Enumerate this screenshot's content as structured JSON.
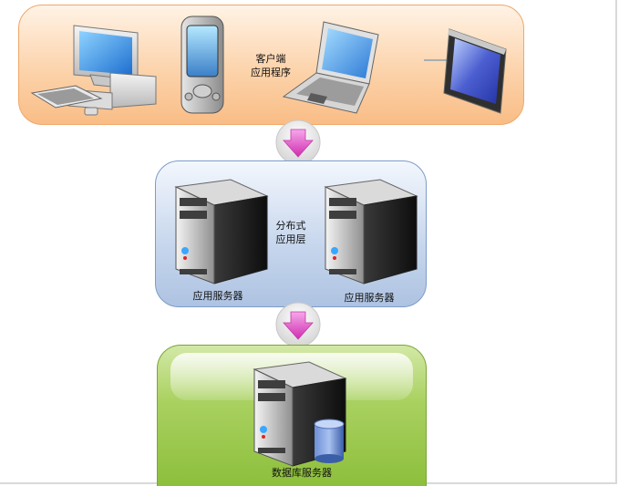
{
  "client_tier": {
    "label_line1": "客户端",
    "label_line2": "应用程序"
  },
  "app_tier": {
    "label_line1": "分布式",
    "label_line2": "应用层",
    "server_left_label": "应用服务器",
    "server_right_label": "应用服务器"
  },
  "db_tier": {
    "server_label": "数据库服务器"
  },
  "colors": {
    "client_bg": "#fcd3ab",
    "app_bg": "#c5d5ec",
    "db_bg": "#a9d160",
    "arrow": "#e64fc8"
  }
}
